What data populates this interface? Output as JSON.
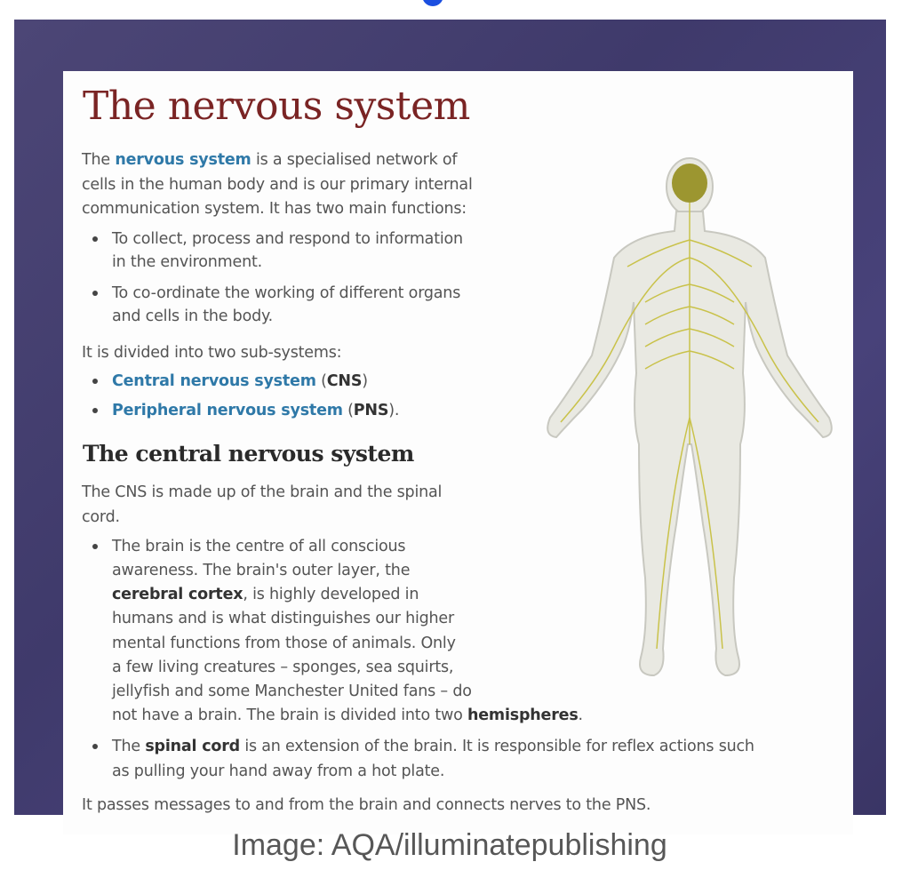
{
  "title": "The nervous system",
  "intro": {
    "l1a": "The ",
    "l1b": "nervous system",
    "l1c": " is a specialised network of",
    "l2": "cells in the human body and is our primary internal",
    "l3": "communication system. It has two main functions:"
  },
  "functions": [
    {
      "l1": "To collect, process and respond to information",
      "l2": "in the environment."
    },
    {
      "l1": "To co-ordinate the working of different organs",
      "l2": "and cells in the body."
    }
  ],
  "subsystems_intro": "It is divided into two sub-systems:",
  "subsystems": [
    {
      "name": "Central nervous system",
      "pre": " (",
      "abbr": "CNS",
      "post": ")"
    },
    {
      "name": "Peripheral nervous system",
      "pre": " (",
      "abbr": "PNS",
      "post": ")."
    }
  ],
  "cns": {
    "heading": "The central nervous system",
    "l1": "The CNS is made up of the brain and the spinal",
    "l2": "cord.",
    "brain": {
      "l1": "The brain is the centre of all conscious",
      "l2": "awareness. The brain's outer layer, the",
      "l3a": "cerebral cortex",
      "l3b": ", is highly developed in",
      "l4": "humans and is what distinguishes our higher",
      "l5": "mental functions from those of animals. Only",
      "l6": "a few living creatures – sponges, sea squirts,",
      "l7": "jellyfish and some Manchester United fans – do",
      "l8a": "not have a brain. The brain is divided into two ",
      "l8b": "hemispheres",
      "l8c": "."
    },
    "spinal": {
      "l1a": "The ",
      "l1b": "spinal cord",
      "l1c": " is an extension of the brain. It is responsible for reflex actions such",
      "l2": "as pulling your hand away from a hot plate."
    },
    "closing": "It passes messages to and from the brain and connects nerves to the PNS."
  },
  "caption": "Image: AQA/illuminatepublishing",
  "colors": {
    "frame": "#453f72",
    "title": "#7a2424",
    "link": "#2f79a8",
    "nerves": "#c9c24a"
  }
}
